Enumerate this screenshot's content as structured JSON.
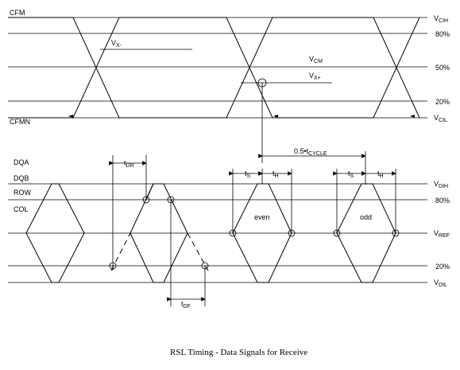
{
  "signals": {
    "cfm": "CFM",
    "cfmn": "CFMN",
    "dqa": "DQA",
    "dqb": "DQB",
    "row": "ROW",
    "col": "COL"
  },
  "levels": {
    "vcih": {
      "main": "V",
      "sub": "CIH"
    },
    "pct80_top": "80%",
    "pct50": "50%",
    "pct20_top": "20%",
    "vcil": {
      "main": "V",
      "sub": "CIL"
    },
    "vdih": {
      "main": "V",
      "sub": "DIH"
    },
    "pct80_bot": "80%",
    "vref": {
      "main": "V",
      "sub": "REF"
    },
    "pct20_bot": "20%",
    "vdil": {
      "main": "V",
      "sub": "DIL"
    }
  },
  "annotations": {
    "vx_minus": {
      "main": "V",
      "sub": "X-"
    },
    "vcm": {
      "main": "V",
      "sub": "CM"
    },
    "vx_plus": {
      "main": "V",
      "sub": "X+"
    },
    "cycle": {
      "main": "0.5•t",
      "sub": "CYCLE"
    },
    "tdr": {
      "main": "t",
      "sub": "DR"
    },
    "tdf": {
      "main": "t",
      "sub": "DF"
    },
    "ts1": {
      "main": "t",
      "sub": "S"
    },
    "th1": {
      "main": "t",
      "sub": "H"
    },
    "ts2": {
      "main": "t",
      "sub": "S"
    },
    "th2": {
      "main": "t",
      "sub": "H"
    },
    "even": "even",
    "odd": "odd"
  },
  "caption": "RSL Timing - Data Signals for Receive"
}
